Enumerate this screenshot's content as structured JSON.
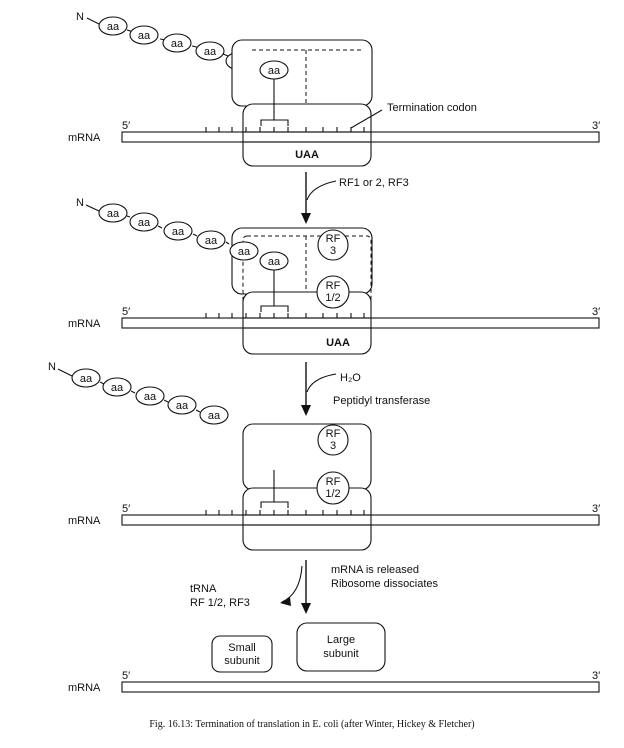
{
  "labels": {
    "n_terminus": "N",
    "amino_acid": "aa",
    "mrna": "mRNA",
    "five_prime": "5′",
    "three_prime": "3′",
    "termination_codon": "Termination codon",
    "uaa": "UAA",
    "rf3_line1": "RF",
    "rf3_line2": "3",
    "rf12_line1": "RF",
    "rf12_line2": "1/2",
    "step1": "RF1 or 2, RF3",
    "step2_h2o": "H₂O",
    "step2_enzyme": "Peptidyl transferase",
    "step3_line1": "mRNA is released",
    "step3_line2": "Ribosome dissociates",
    "released_line1": "tRNA",
    "released_line2": "RF 1/2, RF3",
    "small_subunit_line1": "Small",
    "small_subunit_line2": "subunit",
    "large_subunit_line1": "Large",
    "large_subunit_line2": "subunit"
  },
  "caption": "Fig. 16.13: Termination of translation in E. coli (after Winter, Hickey & Fletcher)"
}
